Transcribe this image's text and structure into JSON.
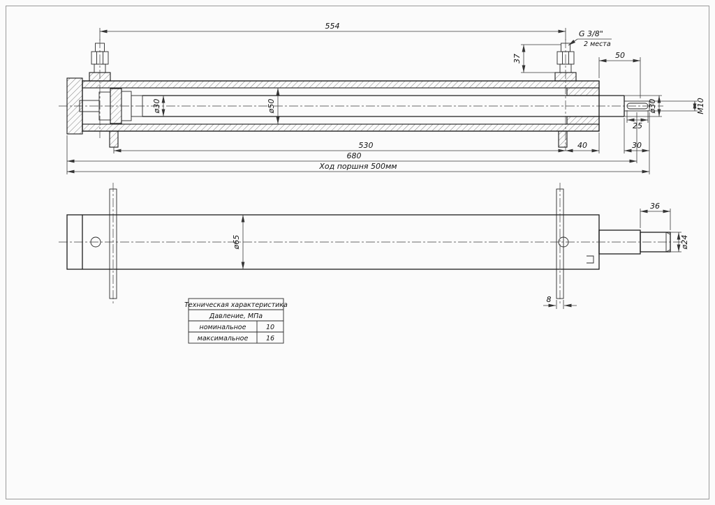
{
  "page": {
    "background": "#fbfbfb",
    "line_color": "#1c1c1c",
    "frame_color": "#9a9a9a"
  },
  "section_view": {
    "dimensions": {
      "port_spacing": "554",
      "thread_spec": "G 3/8\"",
      "thread_places": "2 места",
      "port_height": "37",
      "rod_extension": "50",
      "rod_dia_left": "ø30",
      "bore_dia": "ø50",
      "rod_dia_right": "ø30",
      "tip_thread": "M10",
      "slot_len": "25",
      "gland_len": "40",
      "thread_len": "30",
      "barrel_len": "530",
      "overall_len": "680",
      "stroke_note": "Ход поршня 500мм"
    }
  },
  "outline_view": {
    "dimensions": {
      "body_dia": "ø65",
      "tip_len": "36",
      "tip_dia": "ø24",
      "pin_width": "8"
    }
  },
  "spec_table": {
    "title": "Техническая характеристика",
    "subtitle": "Давление, МПа",
    "rows": [
      {
        "label": "номинальное",
        "value": "10"
      },
      {
        "label": "максимальное",
        "value": "16"
      }
    ]
  }
}
